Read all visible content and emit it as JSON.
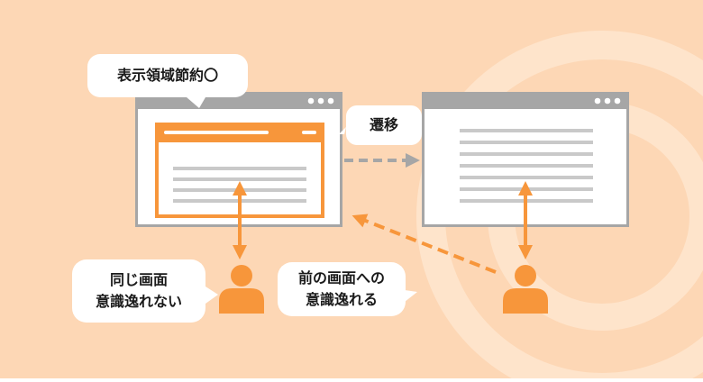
{
  "colors": {
    "background": "#fdd7b5",
    "ring": "#fee4cb",
    "accent": "#f7963b",
    "window_frame": "#a6a6a6",
    "content_line": "#c9c9c9",
    "bubble": "#ffffff",
    "text": "#1a1a1a"
  },
  "callouts": {
    "top": "表示領域節約〇",
    "transition": "遷移",
    "same_screen": "同じ画面\n意識逸れない",
    "prev_screen": "前の画面への\n意識逸れる"
  },
  "icons": [
    "window-dots-icon",
    "person-icon",
    "double-arrow-icon",
    "dashed-arrow-icon"
  ]
}
